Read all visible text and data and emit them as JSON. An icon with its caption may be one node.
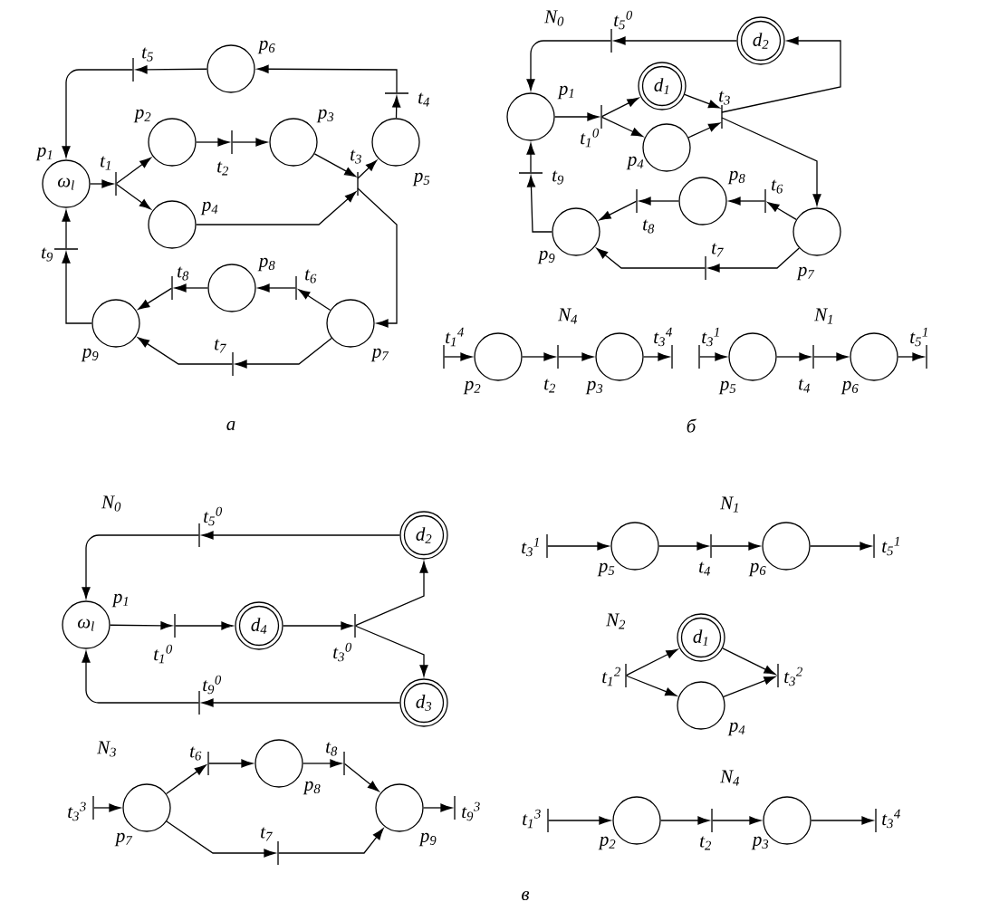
{
  "diagram": {
    "nodes": [
      {
        "text": [
          "ω$_{l}$"
        ],
        "beside": [
          "p$_{1}$"
        ]
      },
      {
        "text": [],
        "shape": "bar",
        "beside": [
          "t$_{1}$"
        ]
      },
      {
        "text": [],
        "shape": "circle",
        "beside": [
          "p$_{2}$"
        ]
      },
      {
        "text": [],
        "shape": "circle",
        "beside": [
          "p$_{4}$"
        ]
      },
      {
        "text": [],
        "shape": "bar",
        "beside": [
          "t$_{2}$"
        ]
      },
      {
        "text": [],
        "shape": "circle",
        "beside": [
          "p$_{3}$"
        ]
      },
      {
        "text": [],
        "shape": "bar",
        "beside": [
          "t$_{3}$"
        ]
      },
      {
        "text": [],
        "shape": "circle",
        "beside": [
          "p$_{5}$"
        ]
      },
      {
        "text": [],
        "shape": "bar",
        "beside": [
          "t$_{4}$"
        ]
      },
      {
        "text": [],
        "shape": "circle",
        "beside": [
          "p$_{6}$"
        ]
      },
      {
        "text": [],
        "shape": "bar",
        "beside": [
          "t$_{5}$"
        ]
      },
      {
        "text": [],
        "shape": "circle",
        "beside": [
          "p$_{7}$"
        ]
      },
      {
        "text": [],
        "shape": "bar",
        "beside": [
          "t$_{6}$"
        ]
      },
      {
        "text": [],
        "shape": "circle",
        "beside": [
          "p$_{8}$"
        ]
      },
      {
        "text": [],
        "shape": "bar",
        "beside": [
          "t$_{8}$"
        ]
      },
      {
        "text": [],
        "shape": "circle",
        "beside": [
          "p$_{9}$"
        ]
      },
      {
        "text": [],
        "shape": "bar",
        "beside": [
          "t$_{7}$"
        ]
      },
      {
        "text": [],
        "shape": "bar",
        "beside": [
          "t$_{9}$"
        ]
      },
      {
        "text": [],
        "shape": "circle",
        "beside": [
          "p$_{1}$"
        ]
      },
      {
        "text": [],
        "shape": "bar",
        "beside": [
          "t$_{1}$$^{0}$"
        ]
      },
      {
        "text": [
          "d$_{1}$"
        ]
      },
      {
        "text": [],
        "shape": "circle",
        "beside": [
          "p$_{4}$"
        ]
      },
      {
        "text": [],
        "shape": "bar",
        "beside": [
          "t$_{3}$"
        ]
      },
      {
        "text": [
          "d$_{2}$"
        ]
      },
      {
        "text": [],
        "shape": "bar",
        "beside": [
          "t$_{5}$$^{0}$"
        ]
      },
      {
        "text": [],
        "shape": "circle",
        "beside": [
          "p$_{7}$"
        ]
      },
      {
        "text": [],
        "shape": "bar",
        "beside": [
          "t$_{6}$"
        ]
      },
      {
        "text": [],
        "shape": "circle",
        "beside": [
          "p$_{8}$"
        ]
      },
      {
        "text": [],
        "shape": "bar",
        "beside": [
          "t$_{8}$"
        ]
      },
      {
        "text": [],
        "shape": "circle",
        "beside": [
          "p$_{9}$"
        ]
      },
      {
        "text": [],
        "shape": "bar",
        "beside": [
          "t$_{7}$"
        ]
      },
      {
        "text": [],
        "shape": "bar",
        "beside": [
          "t$_{9}$"
        ]
      },
      {
        "text": [],
        "shape": "bar",
        "beside": [
          "t$_{1}$$^{4}$"
        ]
      },
      {
        "text": [],
        "shape": "circle",
        "beside": [
          "p$_{2}$"
        ]
      },
      {
        "text": [],
        "shape": "bar",
        "beside": [
          "t$_{2}$"
        ]
      },
      {
        "text": [],
        "shape": "circle",
        "beside": [
          "p$_{3}$"
        ]
      },
      {
        "text": [],
        "shape": "bar",
        "beside": [
          "t$_{3}$$^{4}$"
        ]
      },
      {
        "text": [],
        "shape": "bar",
        "beside": [
          "t$_{3}$$^{1}$"
        ]
      },
      {
        "text": [],
        "shape": "circle",
        "beside": [
          "p$_{5}$"
        ]
      },
      {
        "text": [],
        "shape": "bar",
        "beside": [
          "t$_{4}$"
        ]
      },
      {
        "text": [],
        "shape": "circle",
        "beside": [
          "p$_{6}$"
        ]
      },
      {
        "text": [],
        "shape": "bar",
        "beside": [
          "t$_{5}$$^{1}$"
        ]
      },
      {
        "text": [
          "ω$_{l}$"
        ],
        "beside": [
          "p$_{1}$"
        ]
      },
      {
        "text": [],
        "shape": "bar",
        "beside": [
          "t$_{1}$$^{0}$"
        ]
      },
      {
        "text": [
          "d$_{4}$"
        ]
      },
      {
        "text": [],
        "shape": "bar",
        "beside": [
          "t$_{3}$$^{0}$"
        ]
      },
      {
        "text": [
          "d$_{2}$"
        ]
      },
      {
        "text": [
          "d$_{3}$"
        ]
      },
      {
        "text": [],
        "shape": "bar",
        "beside": [
          "t$_{5}$$^{0}$"
        ]
      },
      {
        "text": [],
        "shape": "bar",
        "beside": [
          "t$_{9}$$^{0}$"
        ]
      },
      {
        "text": [],
        "shape": "bar",
        "beside": [
          "t$_{3}$$^{3}$"
        ]
      },
      {
        "text": [],
        "shape": "circle",
        "beside": [
          "p$_{7}$"
        ]
      },
      {
        "text": [],
        "shape": "bar",
        "beside": [
          "t$_{6}$"
        ]
      },
      {
        "text": [],
        "shape": "circle",
        "beside": [
          "p$_{8}$"
        ]
      },
      {
        "text": [],
        "shape": "bar",
        "beside": [
          "t$_{8}$"
        ]
      },
      {
        "text": [],
        "shape": "circle",
        "beside": [
          "p$_{9}$"
        ]
      },
      {
        "text": [],
        "shape": "bar",
        "beside": [
          "t$_{9}$$^{3}$"
        ]
      },
      {
        "text": [],
        "shape": "bar",
        "beside": [
          "t$_{7}$"
        ]
      },
      {
        "text": [],
        "shape": "bar",
        "beside": [
          "t$_{3}$$^{1}$"
        ]
      },
      {
        "text": [],
        "shape": "circle",
        "beside": [
          "p$_{5}$"
        ]
      },
      {
        "text": [],
        "shape": "bar",
        "beside": [
          "t$_{4}$"
        ]
      },
      {
        "text": [],
        "shape": "circle",
        "beside": [
          "p$_{6}$"
        ]
      },
      {
        "text": [],
        "shape": "bar",
        "beside": [
          "t$_{5}$$^{1}$"
        ]
      },
      {
        "text": [],
        "shape": "bar",
        "beside": [
          "t$_{1}$$^{2}$"
        ]
      },
      {
        "text": [
          "d$_{1}$"
        ]
      },
      {
        "text": [],
        "shape": "circle",
        "beside": [
          "p$_{4}$"
        ]
      },
      {
        "text": [],
        "shape": "bar",
        "beside": [
          "t$_{3}$$^{2}$"
        ]
      },
      {
        "text": [],
        "shape": "bar",
        "beside": [
          "t$_{1}$$^{3}$"
        ]
      },
      {
        "text": [],
        "shape": "circle",
        "beside": [
          "p$_{2}$"
        ]
      },
      {
        "text": [],
        "shape": "bar",
        "beside": [
          "t$_{2}$"
        ]
      },
      {
        "text": [],
        "shape": "circle",
        "beside": [
          "p$_{3}$"
        ]
      },
      {
        "text": [],
        "shape": "bar",
        "beside": [
          "t$_{3}$$^{4}$"
        ]
      }
    ],
    "edges": [
      {
        "from": 9,
        "to": 10,
        "arrow": "to"
      },
      {
        "from": 10,
        "to": 0,
        "arrow": "to"
      },
      {
        "from": 0,
        "to": 1,
        "arrow": "to"
      },
      {
        "from": 1,
        "to": 2,
        "arrow": "to"
      },
      {
        "from": 1,
        "to": 3,
        "arrow": "to"
      },
      {
        "from": 2,
        "to": 4,
        "arrow": "to"
      },
      {
        "from": 4,
        "to": 5,
        "arrow": "to"
      },
      {
        "from": 5,
        "to": 6,
        "arrow": "to"
      },
      {
        "from": 3,
        "to": 6,
        "arrow": "to"
      },
      {
        "from": 6,
        "to": 7,
        "arrow": "to"
      },
      {
        "from": 7,
        "to": 8,
        "arrow": "to"
      },
      {
        "from": 8,
        "to": 9,
        "arrow": "to"
      },
      {
        "from": 6,
        "to": 11,
        "arrow": "to"
      },
      {
        "from": 11,
        "to": 12,
        "arrow": "to"
      },
      {
        "from": 12,
        "to": 13,
        "arrow": "to"
      },
      {
        "from": 13,
        "to": 14,
        "arrow": "to"
      },
      {
        "from": 14,
        "to": 15,
        "arrow": "to"
      },
      {
        "from": 11,
        "to": 16,
        "arrow": "to"
      },
      {
        "from": 16,
        "to": 15,
        "arrow": "to"
      },
      {
        "from": 15,
        "to": 17,
        "arrow": "to"
      },
      {
        "from": 17,
        "to": 0,
        "arrow": "to"
      },
      {
        "from": 23,
        "to": 24,
        "arrow": "to"
      },
      {
        "from": 24,
        "to": 18,
        "arrow": "to"
      },
      {
        "from": 18,
        "to": 19,
        "arrow": "to"
      },
      {
        "from": 19,
        "to": 20,
        "arrow": "to"
      },
      {
        "from": 19,
        "to": 21,
        "arrow": "to"
      },
      {
        "from": 20,
        "to": 22,
        "arrow": "to"
      },
      {
        "from": 21,
        "to": 22,
        "arrow": "to"
      },
      {
        "from": 22,
        "to": 23,
        "arrow": "to"
      },
      {
        "from": 22,
        "to": 25,
        "arrow": "to"
      },
      {
        "from": 25,
        "to": 26,
        "arrow": "to"
      },
      {
        "from": 26,
        "to": 27,
        "arrow": "to"
      },
      {
        "from": 27,
        "to": 28,
        "arrow": "to"
      },
      {
        "from": 28,
        "to": 29,
        "arrow": "to"
      },
      {
        "from": 25,
        "to": 30,
        "arrow": "to"
      },
      {
        "from": 30,
        "to": 29,
        "arrow": "to"
      },
      {
        "from": 29,
        "to": 31,
        "arrow": "to"
      },
      {
        "from": 31,
        "to": 18,
        "arrow": "to"
      },
      {
        "from": 32,
        "to": 33,
        "arrow": "to"
      },
      {
        "from": 33,
        "to": 34,
        "arrow": "to"
      },
      {
        "from": 34,
        "to": 35,
        "arrow": "to"
      },
      {
        "from": 35,
        "to": 36,
        "arrow": "to"
      },
      {
        "from": 37,
        "to": 38,
        "arrow": "to"
      },
      {
        "from": 38,
        "to": 39,
        "arrow": "to"
      },
      {
        "from": 39,
        "to": 40,
        "arrow": "to"
      },
      {
        "from": 40,
        "to": 41,
        "arrow": "to"
      },
      {
        "from": 42,
        "to": 43,
        "arrow": "to"
      },
      {
        "from": 43,
        "to": 44,
        "arrow": "to"
      },
      {
        "from": 44,
        "to": 45,
        "arrow": "to"
      },
      {
        "from": 45,
        "to": 46,
        "arrow": "to"
      },
      {
        "from": 45,
        "to": 47,
        "arrow": "to"
      },
      {
        "from": 46,
        "to": 48,
        "arrow": "to"
      },
      {
        "from": 48,
        "to": 42,
        "arrow": "to"
      },
      {
        "from": 47,
        "to": 49,
        "arrow": "to"
      },
      {
        "from": 49,
        "to": 42,
        "arrow": "to"
      },
      {
        "from": 50,
        "to": 51,
        "arrow": "to"
      },
      {
        "from": 51,
        "to": 52,
        "arrow": "to"
      },
      {
        "from": 52,
        "to": 53,
        "arrow": "to"
      },
      {
        "from": 53,
        "to": 54,
        "arrow": "to"
      },
      {
        "from": 54,
        "to": 55,
        "arrow": "to"
      },
      {
        "from": 51,
        "to": 57,
        "arrow": "to"
      },
      {
        "from": 57,
        "to": 55,
        "arrow": "to"
      },
      {
        "from": 55,
        "to": 56,
        "arrow": "to"
      },
      {
        "from": 58,
        "to": 59,
        "arrow": "to"
      },
      {
        "from": 59,
        "to": 60,
        "arrow": "to"
      },
      {
        "from": 60,
        "to": 61,
        "arrow": "to"
      },
      {
        "from": 61,
        "to": 62,
        "arrow": "to"
      },
      {
        "from": 63,
        "to": 64,
        "arrow": "to"
      },
      {
        "from": 63,
        "to": 65,
        "arrow": "to"
      },
      {
        "from": 64,
        "to": 66,
        "arrow": "to"
      },
      {
        "from": 65,
        "to": 66,
        "arrow": "to"
      },
      {
        "from": 67,
        "to": 68,
        "arrow": "to"
      },
      {
        "from": 68,
        "to": 69,
        "arrow": "to"
      },
      {
        "from": 69,
        "to": 70,
        "arrow": "to"
      },
      {
        "from": 70,
        "to": 71,
        "arrow": "to"
      }
    ],
    "labels": [
      "N$_{0}$",
      "а",
      "N$_{4}$",
      "N$_{1}$",
      "б",
      "N$_{0}$",
      "N$_{1}$",
      "N$_{2}$",
      "N$_{3}$",
      "N$_{4}$",
      "в"
    ]
  }
}
